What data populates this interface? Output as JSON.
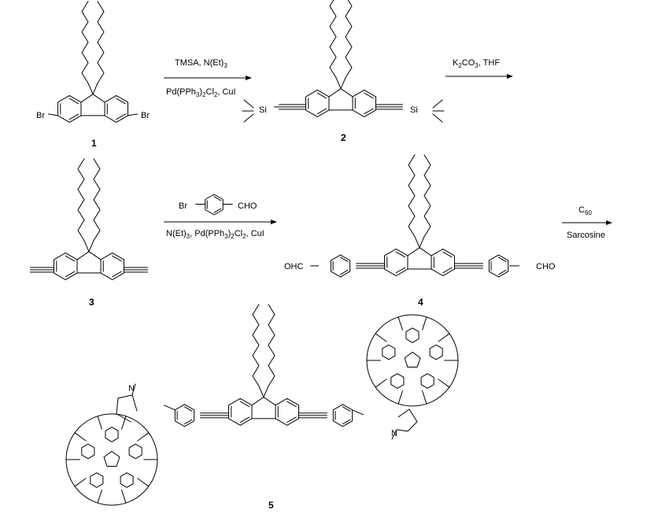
{
  "compounds": [
    {
      "number": "1"
    },
    {
      "number": "2"
    },
    {
      "number": "3"
    },
    {
      "number": "4"
    },
    {
      "number": "5"
    }
  ],
  "atom_labels": {
    "br": "Br",
    "si": "Si",
    "ohc": "OHC",
    "cho": "CHO",
    "n": "N"
  },
  "reactions": [
    {
      "above": [
        {
          "text": "TMSA, N(Et)"
        },
        {
          "text": "3",
          "sub": true
        }
      ],
      "below": [
        {
          "text": "Pd(PPh"
        },
        {
          "text": "3",
          "sub": true
        },
        {
          "text": ")"
        },
        {
          "text": "2",
          "sub": true
        },
        {
          "text": "Cl"
        },
        {
          "text": "2",
          "sub": true
        },
        {
          "text": ", CuI"
        }
      ]
    },
    {
      "above": [
        {
          "text": "K"
        },
        {
          "text": "2",
          "sub": true
        },
        {
          "text": "CO"
        },
        {
          "text": "3",
          "sub": true
        },
        {
          "text": ", THF"
        }
      ],
      "below": []
    },
    {
      "above": [],
      "below": [
        {
          "text": "N(Et)"
        },
        {
          "text": "3",
          "sub": true
        },
        {
          "text": ", Pd(PPh"
        },
        {
          "text": "3",
          "sub": true
        },
        {
          "text": ")"
        },
        {
          "text": "2",
          "sub": true
        },
        {
          "text": "Cl"
        },
        {
          "text": "2",
          "sub": true
        },
        {
          "text": ", CuI"
        }
      ]
    },
    {
      "above": [
        {
          "text": "C"
        },
        {
          "text": "60",
          "sub": true
        }
      ],
      "below": [
        {
          "text": "Sarcosine"
        }
      ]
    }
  ]
}
